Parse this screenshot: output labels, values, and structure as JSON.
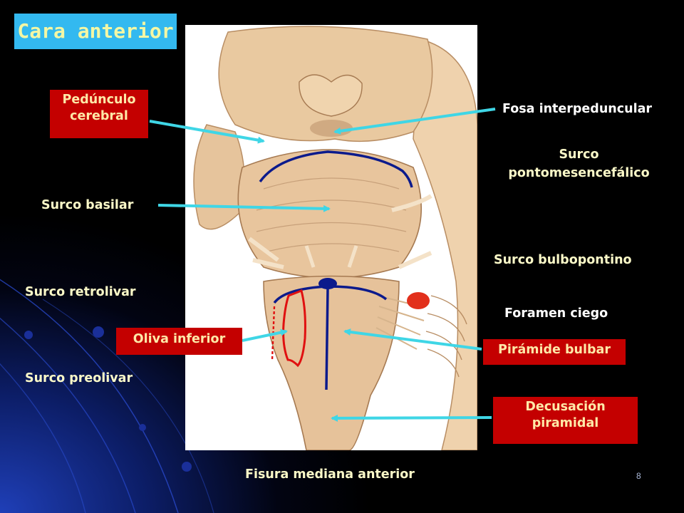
{
  "slide": {
    "title": "Cara anterior",
    "page_number": "8"
  },
  "labels": {
    "pedunculo_cerebral": "Pedúnculo\ncerebral",
    "fosa_interpeduncular": "Fosa interpeduncular",
    "surco_pontomesencefalico": "Surco\npontomesencefálico",
    "surco_basilar": "Surco basilar",
    "surco_bulbopontino": "Surco bulbopontino",
    "surco_retrolivar": "Surco retrolivar",
    "foramen_ciego": "Foramen ciego",
    "oliva_inferior": "Oliva inferior",
    "piramide_bulbar": "Pirámide bulbar",
    "surco_preolivar": "Surco preolivar",
    "decusacion_piramidal": "Decusación\npiramidal",
    "fisura_mediana_anterior": "Fisura mediana anterior"
  },
  "colors": {
    "title_bg": "#33b9f0",
    "title_text": "#f4f7a4",
    "box_bg": "#c40000",
    "box_text": "#ffe9a8",
    "plain_text": "#ffffff",
    "arrow": "#3fd6e6",
    "sulcus_line": "#0b1a8c",
    "olive_outline": "#e01010",
    "tissue": "#e8c39a"
  }
}
